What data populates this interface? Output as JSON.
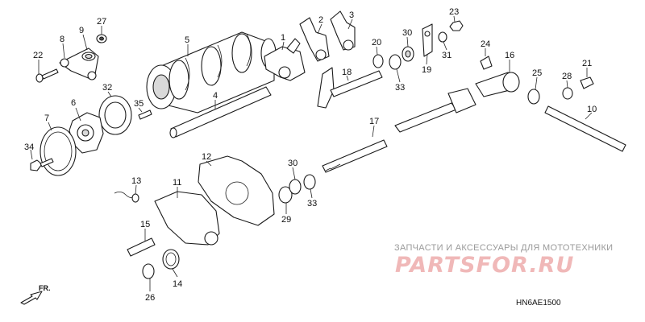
{
  "watermark": {
    "line": "ЗАПЧАСТИ И АКСЕССУАРЫ ДЛЯ МОТОТЕХНИКИ",
    "brand": "PARTSFOR.RU"
  },
  "diagram_code": "HN6AE1500",
  "front_label": "FR.",
  "callouts": [
    {
      "id": "1",
      "label": "1"
    },
    {
      "id": "2",
      "label": "2"
    },
    {
      "id": "3",
      "label": "3"
    },
    {
      "id": "4",
      "label": "4"
    },
    {
      "id": "5",
      "label": "5"
    },
    {
      "id": "6",
      "label": "6"
    },
    {
      "id": "7",
      "label": "7"
    },
    {
      "id": "8",
      "label": "8"
    },
    {
      "id": "9",
      "label": "9"
    },
    {
      "id": "10",
      "label": "10"
    },
    {
      "id": "11",
      "label": "11"
    },
    {
      "id": "12",
      "label": "12"
    },
    {
      "id": "13",
      "label": "13"
    },
    {
      "id": "14",
      "label": "14"
    },
    {
      "id": "15",
      "label": "15"
    },
    {
      "id": "16",
      "label": "16"
    },
    {
      "id": "17",
      "label": "17"
    },
    {
      "id": "18",
      "label": "18"
    },
    {
      "id": "19",
      "label": "19"
    },
    {
      "id": "20",
      "label": "20"
    },
    {
      "id": "21",
      "label": "21"
    },
    {
      "id": "22",
      "label": "22"
    },
    {
      "id": "23",
      "label": "23"
    },
    {
      "id": "24",
      "label": "24"
    },
    {
      "id": "25",
      "label": "25"
    },
    {
      "id": "26",
      "label": "26"
    },
    {
      "id": "27",
      "label": "27"
    },
    {
      "id": "28",
      "label": "28"
    },
    {
      "id": "29",
      "label": "29"
    },
    {
      "id": "30a",
      "label": "30"
    },
    {
      "id": "30b",
      "label": "30"
    },
    {
      "id": "31",
      "label": "31"
    },
    {
      "id": "32",
      "label": "32"
    },
    {
      "id": "33a",
      "label": "33"
    },
    {
      "id": "33b",
      "label": "33"
    },
    {
      "id": "34",
      "label": "34"
    },
    {
      "id": "35",
      "label": "35"
    }
  ]
}
